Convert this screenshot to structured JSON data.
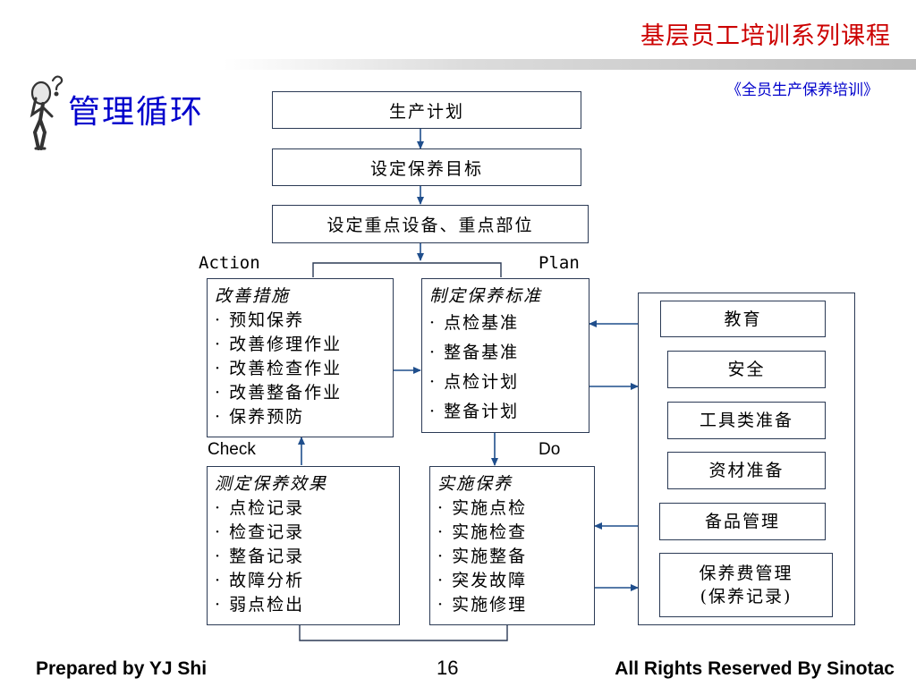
{
  "header": {
    "series_title": "基层员工培训系列课程",
    "subtitle": "《全员生产保养培训》"
  },
  "page_title": "管理循环",
  "flow": {
    "step1": "生产计划",
    "step2": "设定保养目标",
    "step3": "设定重点设备、重点部位"
  },
  "cycle": {
    "action": {
      "label": "Action",
      "heading": "改善措施",
      "items": [
        "预知保养",
        "改善修理作业",
        "改善检查作业",
        "改善整备作业",
        "保养预防"
      ]
    },
    "plan": {
      "label": "Plan",
      "heading": "制定保养标准",
      "items": [
        "点检基准",
        "整备基准",
        "点检计划",
        "整备计划"
      ]
    },
    "check": {
      "label": "Check",
      "heading": "测定保养效果",
      "items": [
        "点检记录",
        "检查记录",
        "整备记录",
        "故障分析",
        "弱点检出"
      ]
    },
    "do": {
      "label": "Do",
      "heading": "实施保养",
      "items": [
        "实施点检",
        "实施检查",
        "实施整备",
        "突发故障",
        "实施修理"
      ]
    }
  },
  "support": {
    "education": "教育",
    "safety": "安全",
    "tools": "工具类准备",
    "materials": "资材准备",
    "spares": "备品管理",
    "cost_line1": "保养费管理",
    "cost_line2": "(保养记录)"
  },
  "footer": {
    "prepared": "Prepared by YJ Shi",
    "page_number": "16",
    "rights": "All Rights Reserved By Sinotac"
  },
  "colors": {
    "title_red": "#cc0000",
    "title_blue": "#0000cc",
    "arrow_blue": "#1f4e8c",
    "box_border": "#2b3a55"
  }
}
